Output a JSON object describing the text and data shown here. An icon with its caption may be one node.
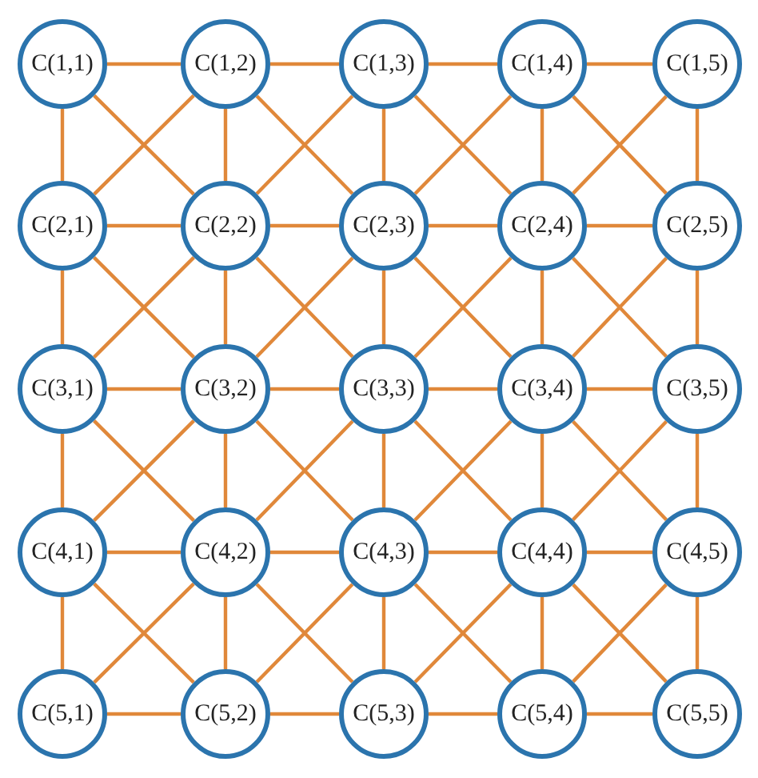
{
  "diagram": {
    "nodes": [
      {
        "text": [
          "C(1,1)"
        ]
      },
      {
        "text": [
          "C(1,2)"
        ]
      },
      {
        "text": [
          "C(1,3)"
        ]
      },
      {
        "text": [
          "C(1,4)"
        ]
      },
      {
        "text": [
          "C(1,5)"
        ]
      },
      {
        "text": [
          "C(2,1)"
        ]
      },
      {
        "text": [
          "C(2,2)"
        ]
      },
      {
        "text": [
          "C(2,3)"
        ]
      },
      {
        "text": [
          "C(2,4)"
        ]
      },
      {
        "text": [
          "C(2,5)"
        ]
      },
      {
        "text": [
          "C(3,1)"
        ]
      },
      {
        "text": [
          "C(3,2)"
        ]
      },
      {
        "text": [
          "C(3,3)"
        ]
      },
      {
        "text": [
          "C(3,4)"
        ]
      },
      {
        "text": [
          "C(3,5)"
        ]
      },
      {
        "text": [
          "C(4,1)"
        ]
      },
      {
        "text": [
          "C(4,2)"
        ]
      },
      {
        "text": [
          "C(4,3)"
        ]
      },
      {
        "text": [
          "C(4,4)"
        ]
      },
      {
        "text": [
          "C(4,5)"
        ]
      },
      {
        "text": [
          "C(5,1)"
        ]
      },
      {
        "text": [
          "C(5,2)"
        ]
      },
      {
        "text": [
          "C(5,3)"
        ]
      },
      {
        "text": [
          "C(5,4)"
        ]
      },
      {
        "text": [
          "C(5,5)"
        ]
      }
    ],
    "edges": [
      {
        "from": 0,
        "to": 1,
        "arrow": "none"
      },
      {
        "from": 1,
        "to": 2,
        "arrow": "none"
      },
      {
        "from": 2,
        "to": 3,
        "arrow": "none"
      },
      {
        "from": 3,
        "to": 4,
        "arrow": "none"
      },
      {
        "from": 5,
        "to": 6,
        "arrow": "none"
      },
      {
        "from": 6,
        "to": 7,
        "arrow": "none"
      },
      {
        "from": 7,
        "to": 8,
        "arrow": "none"
      },
      {
        "from": 8,
        "to": 9,
        "arrow": "none"
      },
      {
        "from": 10,
        "to": 11,
        "arrow": "none"
      },
      {
        "from": 11,
        "to": 12,
        "arrow": "none"
      },
      {
        "from": 12,
        "to": 13,
        "arrow": "none"
      },
      {
        "from": 13,
        "to": 14,
        "arrow": "none"
      },
      {
        "from": 15,
        "to": 16,
        "arrow": "none"
      },
      {
        "from": 16,
        "to": 17,
        "arrow": "none"
      },
      {
        "from": 17,
        "to": 18,
        "arrow": "none"
      },
      {
        "from": 18,
        "to": 19,
        "arrow": "none"
      },
      {
        "from": 20,
        "to": 21,
        "arrow": "none"
      },
      {
        "from": 21,
        "to": 22,
        "arrow": "none"
      },
      {
        "from": 22,
        "to": 23,
        "arrow": "none"
      },
      {
        "from": 23,
        "to": 24,
        "arrow": "none"
      },
      {
        "from": 0,
        "to": 5,
        "arrow": "none"
      },
      {
        "from": 1,
        "to": 6,
        "arrow": "none"
      },
      {
        "from": 2,
        "to": 7,
        "arrow": "none"
      },
      {
        "from": 3,
        "to": 8,
        "arrow": "none"
      },
      {
        "from": 4,
        "to": 9,
        "arrow": "none"
      },
      {
        "from": 5,
        "to": 10,
        "arrow": "none"
      },
      {
        "from": 6,
        "to": 11,
        "arrow": "none"
      },
      {
        "from": 7,
        "to": 12,
        "arrow": "none"
      },
      {
        "from": 8,
        "to": 13,
        "arrow": "none"
      },
      {
        "from": 9,
        "to": 14,
        "arrow": "none"
      },
      {
        "from": 10,
        "to": 15,
        "arrow": "none"
      },
      {
        "from": 11,
        "to": 16,
        "arrow": "none"
      },
      {
        "from": 12,
        "to": 17,
        "arrow": "none"
      },
      {
        "from": 13,
        "to": 18,
        "arrow": "none"
      },
      {
        "from": 14,
        "to": 19,
        "arrow": "none"
      },
      {
        "from": 15,
        "to": 20,
        "arrow": "none"
      },
      {
        "from": 16,
        "to": 21,
        "arrow": "none"
      },
      {
        "from": 17,
        "to": 22,
        "arrow": "none"
      },
      {
        "from": 18,
        "to": 23,
        "arrow": "none"
      },
      {
        "from": 19,
        "to": 24,
        "arrow": "none"
      },
      {
        "from": 0,
        "to": 6,
        "arrow": "none"
      },
      {
        "from": 1,
        "to": 7,
        "arrow": "none"
      },
      {
        "from": 2,
        "to": 8,
        "arrow": "none"
      },
      {
        "from": 3,
        "to": 9,
        "arrow": "none"
      },
      {
        "from": 5,
        "to": 11,
        "arrow": "none"
      },
      {
        "from": 6,
        "to": 12,
        "arrow": "none"
      },
      {
        "from": 7,
        "to": 13,
        "arrow": "none"
      },
      {
        "from": 8,
        "to": 14,
        "arrow": "none"
      },
      {
        "from": 10,
        "to": 16,
        "arrow": "none"
      },
      {
        "from": 11,
        "to": 17,
        "arrow": "none"
      },
      {
        "from": 12,
        "to": 18,
        "arrow": "none"
      },
      {
        "from": 13,
        "to": 19,
        "arrow": "none"
      },
      {
        "from": 15,
        "to": 21,
        "arrow": "none"
      },
      {
        "from": 16,
        "to": 22,
        "arrow": "none"
      },
      {
        "from": 17,
        "to": 23,
        "arrow": "none"
      },
      {
        "from": 18,
        "to": 24,
        "arrow": "none"
      },
      {
        "from": 1,
        "to": 5,
        "arrow": "none"
      },
      {
        "from": 2,
        "to": 6,
        "arrow": "none"
      },
      {
        "from": 3,
        "to": 7,
        "arrow": "none"
      },
      {
        "from": 4,
        "to": 8,
        "arrow": "none"
      },
      {
        "from": 6,
        "to": 10,
        "arrow": "none"
      },
      {
        "from": 7,
        "to": 11,
        "arrow": "none"
      },
      {
        "from": 8,
        "to": 12,
        "arrow": "none"
      },
      {
        "from": 9,
        "to": 13,
        "arrow": "none"
      },
      {
        "from": 11,
        "to": 15,
        "arrow": "none"
      },
      {
        "from": 12,
        "to": 16,
        "arrow": "none"
      },
      {
        "from": 13,
        "to": 17,
        "arrow": "none"
      },
      {
        "from": 14,
        "to": 18,
        "arrow": "none"
      },
      {
        "from": 16,
        "to": 20,
        "arrow": "none"
      },
      {
        "from": 17,
        "to": 21,
        "arrow": "none"
      },
      {
        "from": 18,
        "to": 22,
        "arrow": "none"
      },
      {
        "from": 19,
        "to": 23,
        "arrow": "none"
      }
    ]
  }
}
